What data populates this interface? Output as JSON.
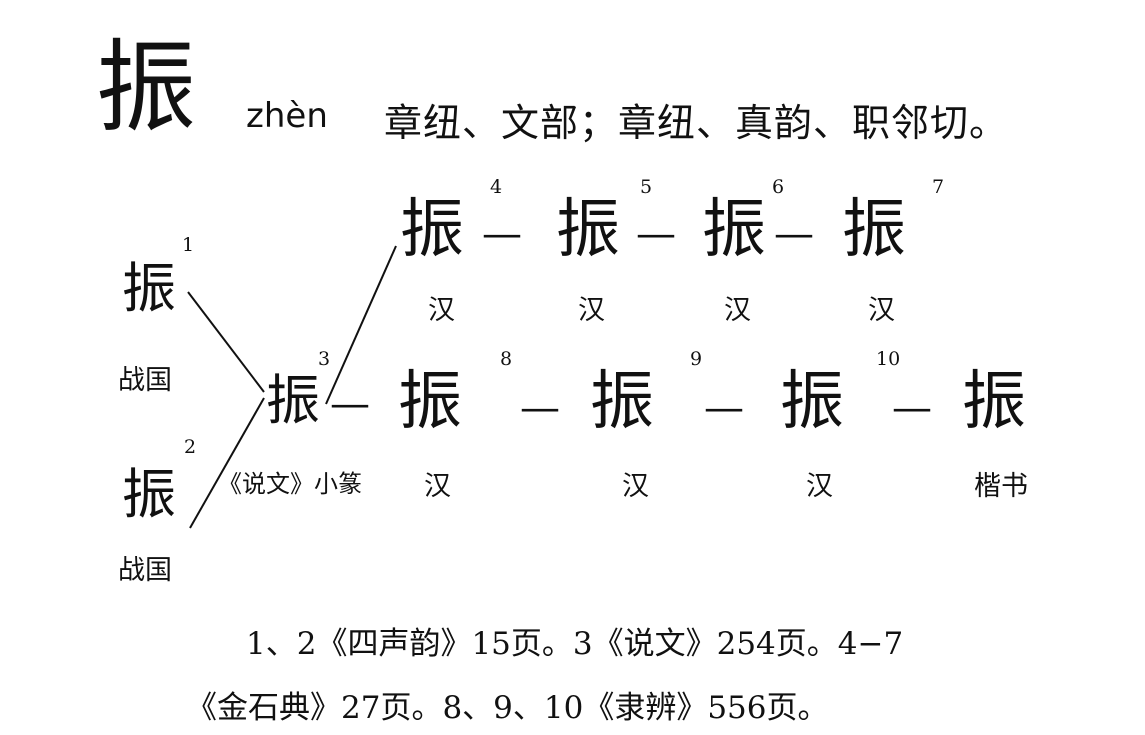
{
  "entry": {
    "character": "振",
    "pinyin": "zhèn",
    "fanqie": "章纽、文部；章纽、真韵、职邻切。"
  },
  "forms": [
    {
      "number": "1",
      "glyph": "振",
      "label": "战国"
    },
    {
      "number": "2",
      "glyph": "振",
      "label": "战国"
    },
    {
      "number": "3",
      "glyph": "振",
      "label": "《说文》小篆"
    },
    {
      "number": "4",
      "glyph": "振",
      "label": "汉"
    },
    {
      "number": "5",
      "glyph": "振",
      "label": "汉"
    },
    {
      "number": "6",
      "glyph": "振",
      "label": "汉"
    },
    {
      "number": "7",
      "glyph": "振",
      "label": "汉"
    },
    {
      "number": "8",
      "glyph": "振",
      "label": "汉"
    },
    {
      "number": "9",
      "glyph": "振",
      "label": "汉"
    },
    {
      "number": "10",
      "glyph": "振",
      "label": "汉"
    },
    {
      "number": "",
      "glyph": "振",
      "label": "楷书"
    }
  ],
  "connector": "—",
  "sources": {
    "line1": "1、2《四声韵》15页。3《说文》254页。4−7",
    "line2": "《金石典》27页。8、9、10《隶辨》556页。"
  }
}
